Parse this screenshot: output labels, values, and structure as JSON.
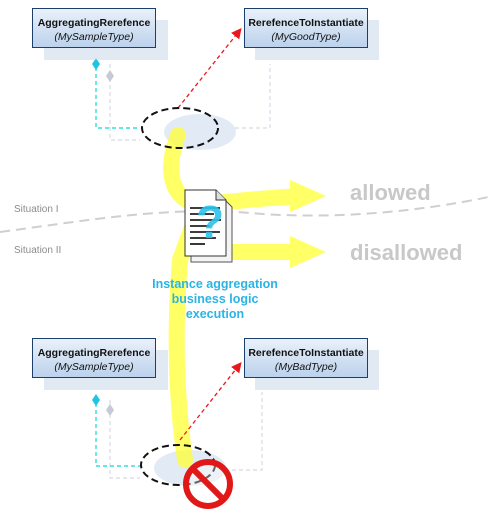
{
  "top": {
    "source": {
      "name": "AggregatingRerefence",
      "type": "(MySampleType)"
    },
    "target": {
      "name": "RerefenceToInstantiate",
      "type": "(MyGoodType)"
    }
  },
  "bottom": {
    "source": {
      "name": "AggregatingRerefence",
      "type": "(MySampleType)"
    },
    "target": {
      "name": "RerefenceToInstantiate",
      "type": "(MyBadType)"
    }
  },
  "situations": [
    "Situation I",
    "Situation II"
  ],
  "verdicts": {
    "allowed": "allowed",
    "disallowed": "disallowed"
  },
  "caption": [
    "Instance aggregation",
    "business logic",
    "execution"
  ],
  "colors": {
    "arrow": "#ffff33",
    "dependency": "#e8191e",
    "composition": "#33dddd",
    "forbidden": "#e01818"
  },
  "icons": [
    "document-icon",
    "question-mark-icon",
    "forbidden-icon"
  ]
}
